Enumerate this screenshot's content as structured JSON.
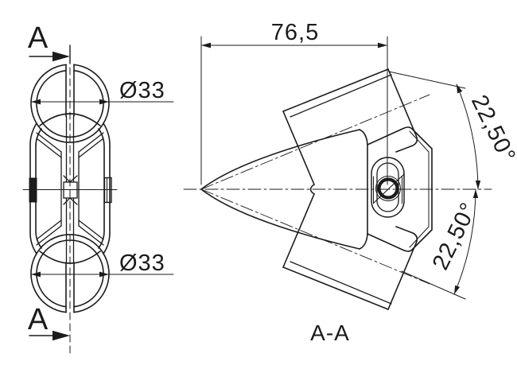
{
  "drawing": {
    "background": "#ffffff",
    "line_color": "#1b1b1b",
    "views": {
      "front": {
        "cut_label_top": "A",
        "cut_label_bottom": "A",
        "dim_diameter_top": "Ø33",
        "dim_diameter_bottom": "Ø33"
      },
      "section": {
        "title": "A-A",
        "dim_length": "76,5",
        "dim_angle_upper": "22,50°",
        "dim_angle_lower": "22,50°"
      }
    }
  }
}
